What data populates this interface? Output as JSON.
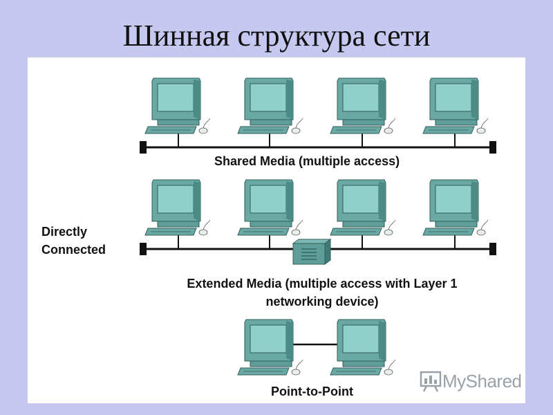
{
  "title": "Шинная структура сети",
  "labels": {
    "shared_media": "Shared Media (multiple access)",
    "directly_connected": [
      "Directly",
      "Connected"
    ],
    "extended_media": [
      "Extended Media (multiple access with Layer 1",
      "networking device)"
    ],
    "point_to_point": "Point-to-Point"
  },
  "watermark": "MyShared",
  "colors": {
    "background": "#c7c8f0",
    "panel": "#ffffff",
    "computer": "#5a9a96",
    "screen": "#8ecfc9",
    "bus_line": "#111111"
  },
  "icons": [
    "computer-icon",
    "hub-icon",
    "terminator-icon",
    "presentation-icon"
  ]
}
